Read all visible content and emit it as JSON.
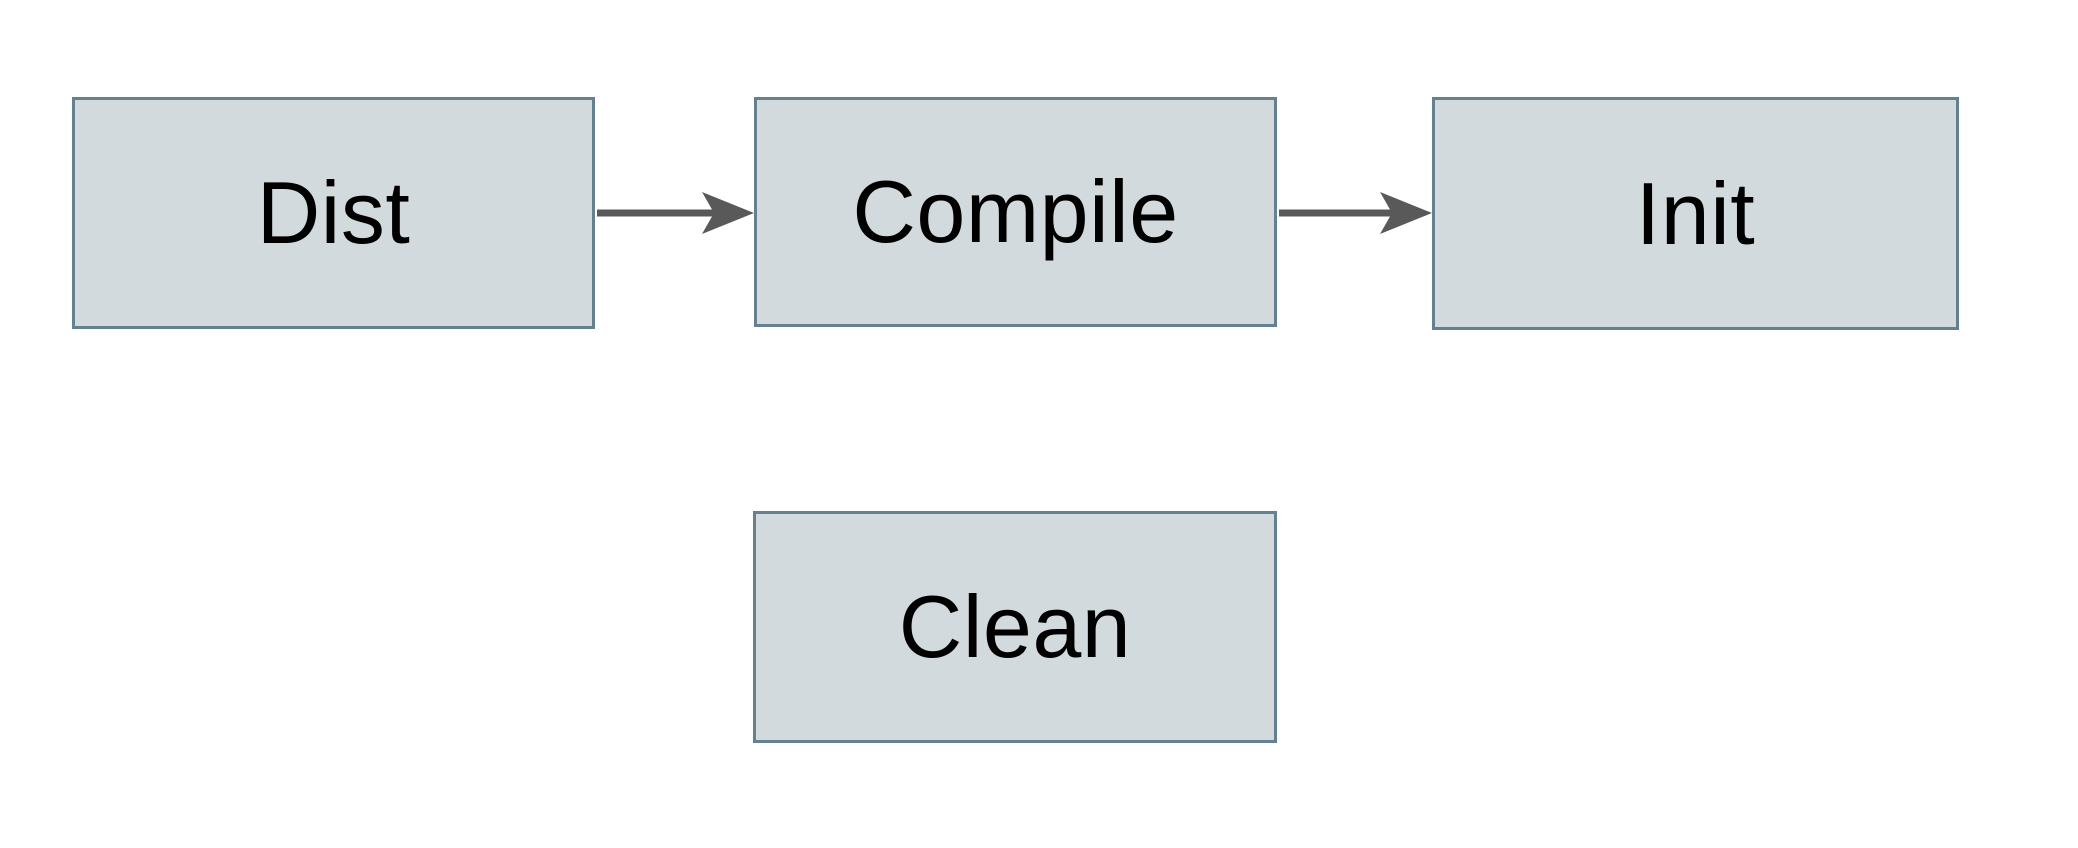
{
  "diagram": {
    "nodes": [
      {
        "id": "dist",
        "label": "Dist"
      },
      {
        "id": "compile",
        "label": "Compile"
      },
      {
        "id": "init",
        "label": "Init"
      },
      {
        "id": "clean",
        "label": "Clean"
      }
    ],
    "edges": [
      {
        "from": "Dist",
        "to": "Compile",
        "style": "solid-arrow"
      },
      {
        "from": "Compile",
        "to": "Init",
        "style": "solid-arrow"
      }
    ],
    "colors": {
      "node_fill": "#d3dade",
      "node_border": "#65808f",
      "arrow": "#595959",
      "text": "#000000",
      "background": "#ffffff"
    }
  }
}
